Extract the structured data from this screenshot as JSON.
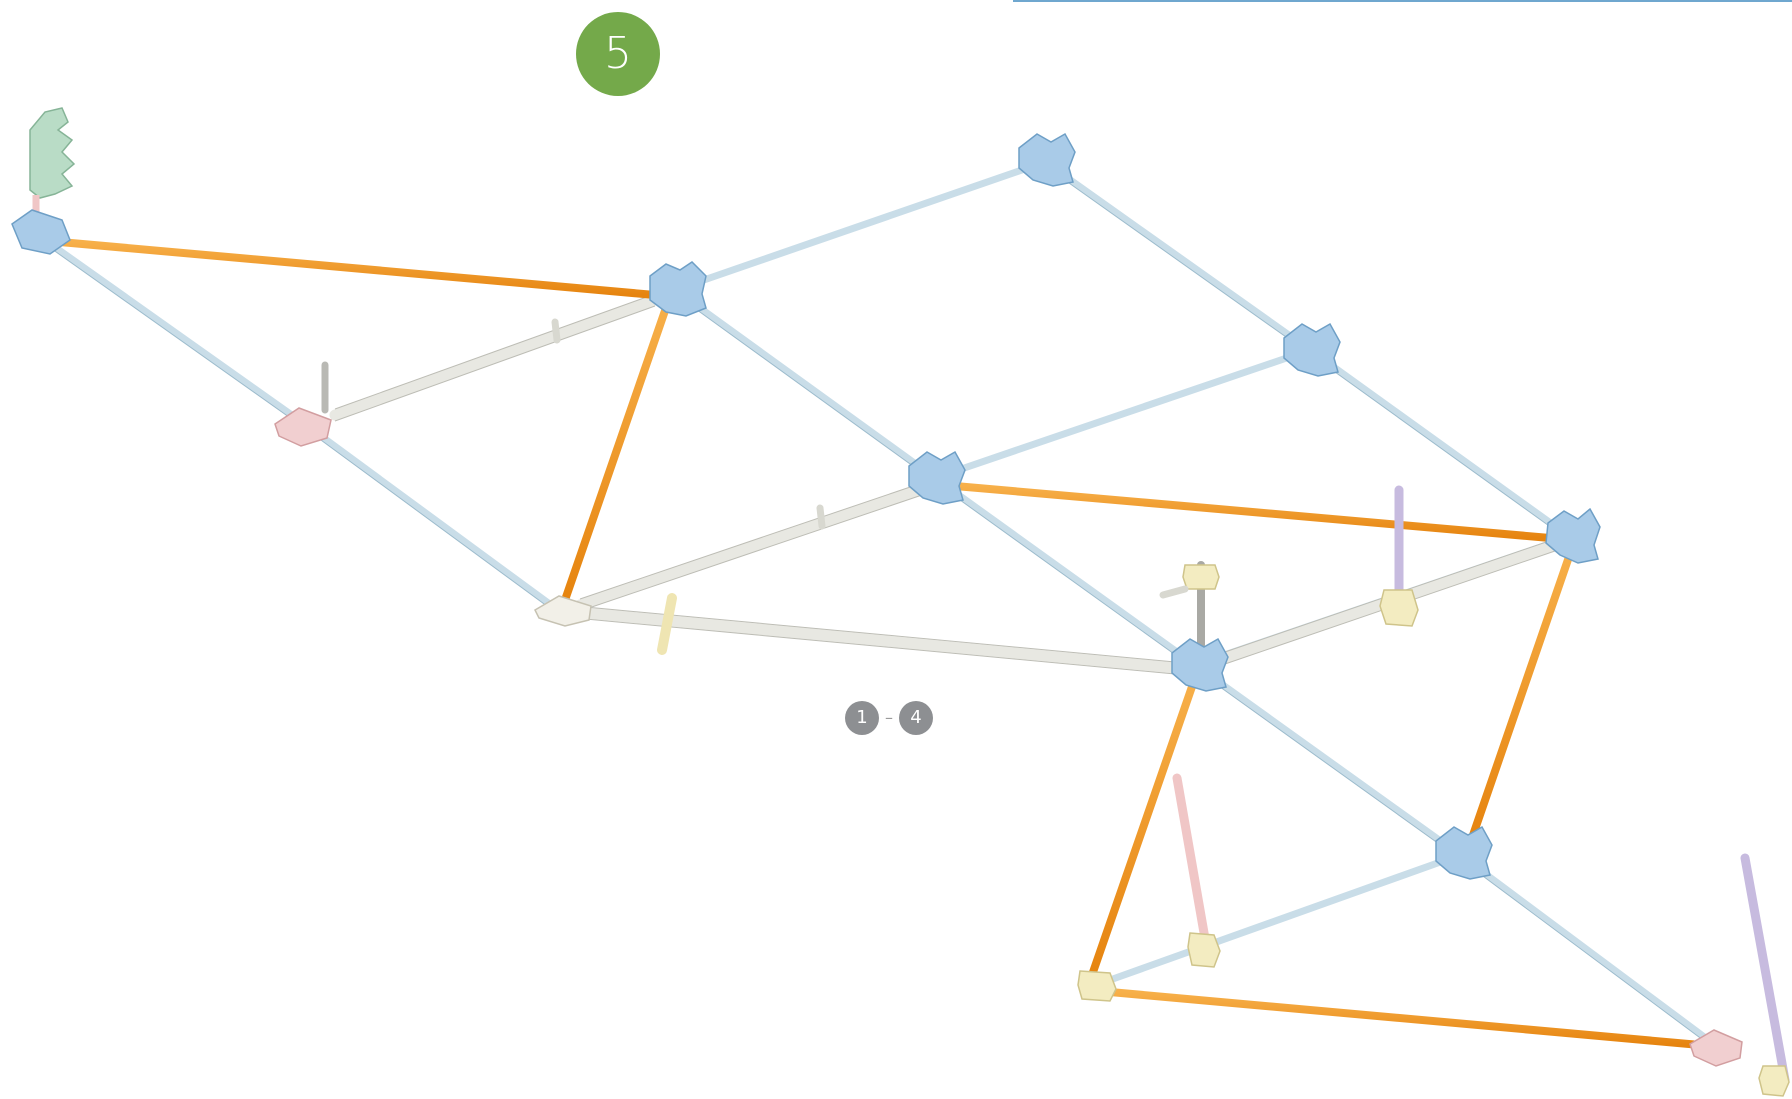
{
  "step": {
    "number": "5"
  },
  "parts_range": {
    "from": "1",
    "separator": "–",
    "to": "4"
  },
  "colors": {
    "step_badge": "#74a94a",
    "range_badge": "#8d8f92",
    "rod_orange": "#f0961e",
    "rod_white": "#f4f4f0",
    "rod_lightblue": "#d6e6ee",
    "connector_blue": "#a9cbe8",
    "connector_pink": "#f1cfd0",
    "connector_yellow": "#f3ecc1",
    "connector_white": "#f2f0e8",
    "rod_purple": "#c9bde0",
    "rod_pink": "#f2c9c9",
    "rod_gray": "#bdbdbd",
    "fan_green": "#b9dcc6"
  },
  "icons": [
    "blue-connector-icon",
    "pink-connector-icon",
    "yellow-connector-icon",
    "white-connector-icon",
    "green-fan-blade-icon"
  ]
}
